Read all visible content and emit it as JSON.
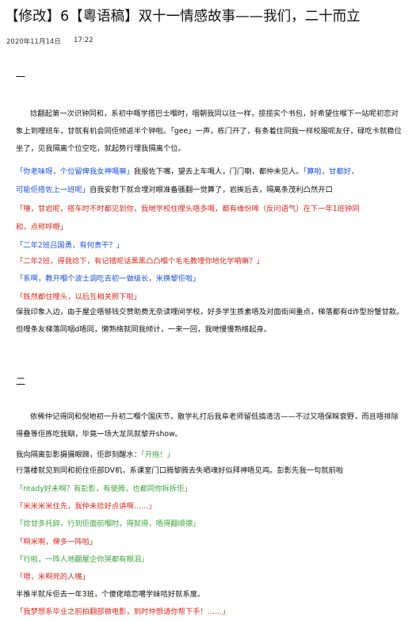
{
  "article": {
    "title": "【修改】6【粵语稿】双十一情感故事——我们，二十而立",
    "date": "2020年11月14日",
    "time": "17:22"
  },
  "section1": {
    "marker": "一",
    "para1": "捻翻起第一次识钟同和，系初中嘅学搭巴士嗰时，咽朝我同以往一样，揽揽实个书包，好希望住喉下一站呢初恋对象上到哩班车，甘就有机会同佢倾返半个钟啦。「gee」一声，栋门开了，有条着住同我一样校服呢友仔，碌吃卡就稳位坐了，见我隔离个位空吃，就起势行埋我隔离个位。",
    "l1a": "「你老味呀，个位留俾我女神嘅嘛」",
    "l1b": "我报佐下嘴，望去上车嘅人，门门喇，都仲未见人。",
    "l1c": "「算啦，甘都好，",
    "l2a": "可能佢搭佐上一班呢」",
    "l2b": "自我安慰下就合埋对眼准备骚翻一觉算了，岩挨后去，隔离条茂利凸然开口",
    "l3": "「嚏，甘岩呢，搭车时不时都见到你，我哋学校住哩头唔多嘅，都有缘份啼（反问语气）在下一年1班钟同",
    "l4": "和，点称呼嘢」",
    "l5": "「二年2班吕国勇，有何贵干？」",
    "l6": "「二年2班，得我捻下，有记错呢话黑黑凸凸嗰个毛毛教埋你地化学嗬嘛？」",
    "l7": "「系啊，教开嗰个波士调吃去初一做级长，米换黎佢啦」",
    "l8": "「既然都住哩头，以后互相关照下啦」",
    "para2": "保我印象入边，由于屋企唔够钱交赞助费无奈读哩间学校，好多学生质素唔及对面街间重点，梯落都有d诈型扮蟹甘款。但哩条友梯落同咽d唔同，懒熟络就同我倾计，一来一回，我哋慢慢熟络起身。"
  },
  "section2": {
    "marker": "二",
    "para1": "依稀仲记得同和倪地初一升初二嗰个国庆节，散学礼打后我阜老师留低搞清洁——不过又唔保睬衰野，而且唔排除得叠等佢拣吃我瞓，毕竟一场大龙凤就黎开show。",
    "l1a": "我向隔离彭影摄摄眼蹄，佢即刻醒水：",
    "l1b": "「开拖！」",
    "l2": "行落楼就见到同和扼住佢部DV机，系课室门口腾黎腾去失晒魂好似拜神唔见鸡。彭影先我一句就前啦",
    "l3": "「ready好未啊？有彭影，有使腾，也都同你拆拆佢」",
    "l4": "「米米米米住先，我仲未捻好点讲啊……」",
    "l5": "「捻甘多托辞，行到佢面前嗰时，得就得，唔得翻顺德」",
    "l6": "「啊米啊，俾多一阵啦」",
    "l7": "「行啦，一阵人地翻屋企你哭都有眼泪」",
    "l8": "「喂，米啊死的人嘴」",
    "l9": "半推半就斥佢去一年3班，个傻佬暗恋噶学妹咭好就系度。",
    "l10": "「我梦想系毕业之前拍翻部微电影，到时仲想请你帮下手！……」"
  }
}
